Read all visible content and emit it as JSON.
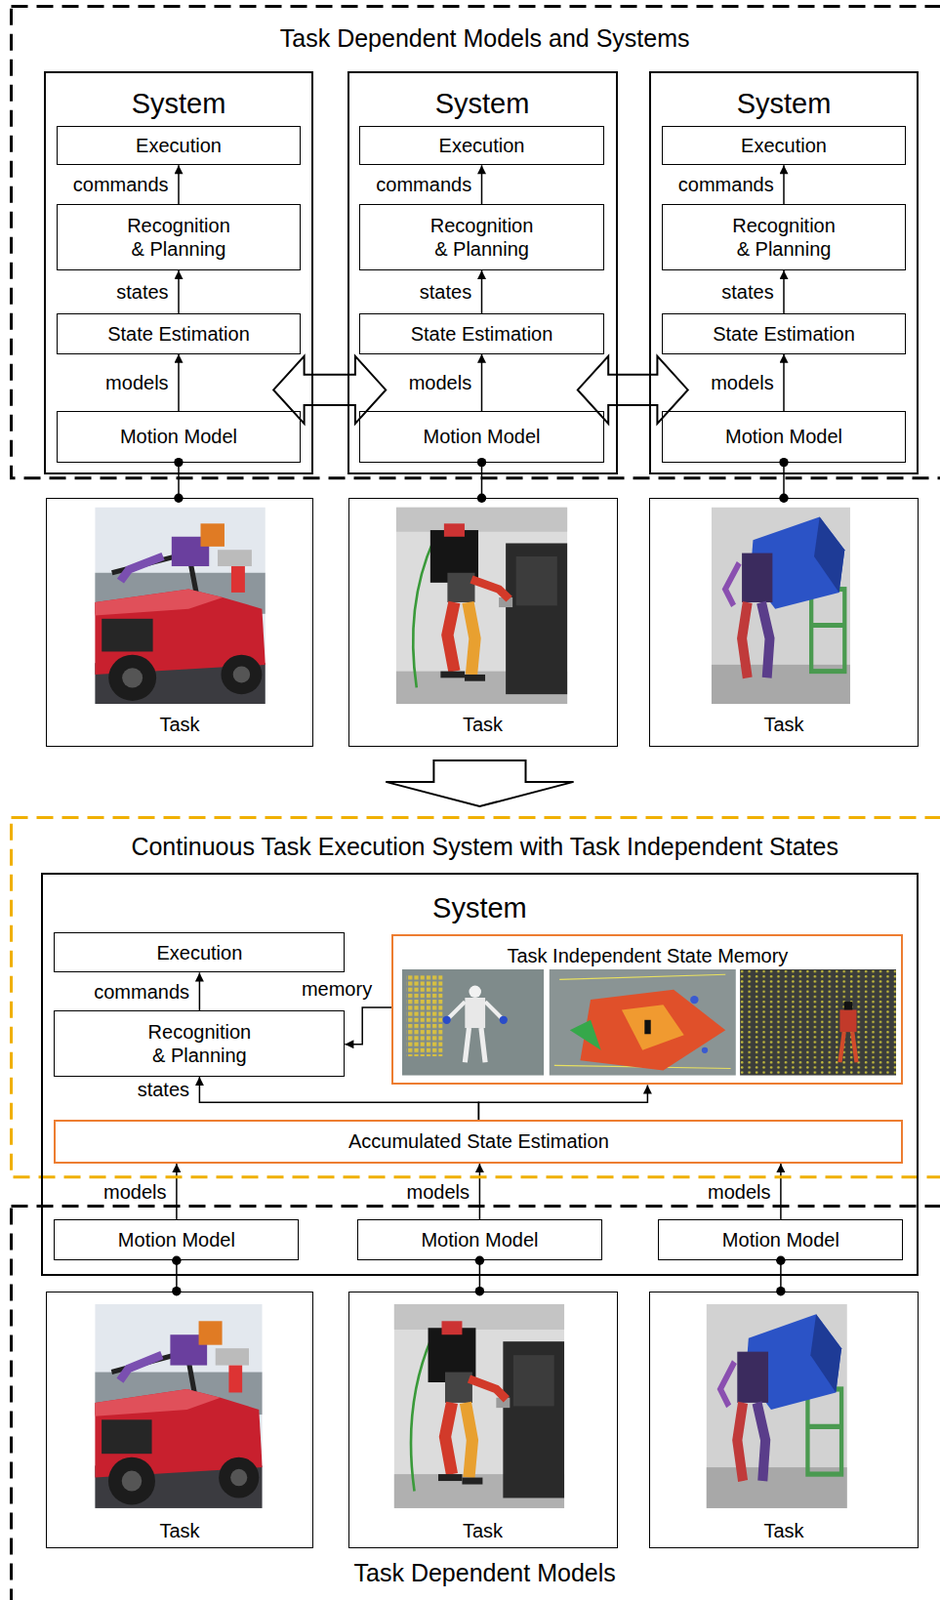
{
  "diagram": {
    "nodes": [
      {
        "text": [
          "Task Dependent Models and Systems"
        ]
      },
      {
        "text": [
          "System"
        ],
        "in": 0
      },
      {
        "text": [
          "Execution"
        ],
        "in": 1
      },
      {
        "text": [
          "Recognition & Planning"
        ],
        "in": 1
      },
      {
        "text": [
          "State Estimation"
        ],
        "in": 1
      },
      {
        "text": [
          "Motion Model"
        ],
        "in": 1
      },
      {
        "text": [
          "System"
        ],
        "in": 0
      },
      {
        "text": [
          "Execution"
        ],
        "in": 6
      },
      {
        "text": [
          "Recognition & Planning"
        ],
        "in": 6
      },
      {
        "text": [
          "State Estimation"
        ],
        "in": 6
      },
      {
        "text": [
          "Motion Model"
        ],
        "in": 6
      },
      {
        "text": [
          "System"
        ],
        "in": 0
      },
      {
        "text": [
          "Execution"
        ],
        "in": 11
      },
      {
        "text": [
          "Recognition & Planning"
        ],
        "in": 11
      },
      {
        "text": [
          "State Estimation"
        ],
        "in": 11
      },
      {
        "text": [
          "Motion Model"
        ],
        "in": 11
      },
      {
        "text": [
          "Task"
        ]
      },
      {
        "text": [
          "Task"
        ]
      },
      {
        "text": [
          "Task"
        ]
      },
      {
        "text": [
          "Continuous Task Execution System with Task Independent States"
        ]
      },
      {
        "text": [
          "System"
        ],
        "in": 19
      },
      {
        "text": [
          "Execution"
        ],
        "in": 20
      },
      {
        "text": [
          "Task Independent State Memory"
        ],
        "in": 20
      },
      {
        "text": [
          "Recognition & Planning"
        ],
        "in": 20
      },
      {
        "text": [
          "Accumulated State Estimation"
        ],
        "in": 20
      },
      {
        "text": [
          "Task Dependent Models"
        ]
      },
      {
        "text": [
          "Motion Model"
        ],
        "in": 25
      },
      {
        "text": [
          "Motion Model"
        ],
        "in": 25
      },
      {
        "text": [
          "Motion Model"
        ],
        "in": 25
      },
      {
        "text": [
          "Task"
        ],
        "in": 25
      },
      {
        "text": [
          "Task"
        ],
        "in": 25
      },
      {
        "text": [
          "Task"
        ],
        "in": 25
      }
    ],
    "edges": [
      {
        "from": 3,
        "to": 2,
        "arrow": "to",
        "label": "commands"
      },
      {
        "from": 4,
        "to": 3,
        "arrow": "to",
        "label": "states"
      },
      {
        "from": 5,
        "to": 4,
        "arrow": "to",
        "label": "models"
      },
      {
        "from": 8,
        "to": 7,
        "arrow": "to",
        "label": "commands"
      },
      {
        "from": 9,
        "to": 8,
        "arrow": "to",
        "label": "states"
      },
      {
        "from": 10,
        "to": 9,
        "arrow": "to",
        "label": "models"
      },
      {
        "from": 13,
        "to": 12,
        "arrow": "to",
        "label": "commands"
      },
      {
        "from": 14,
        "to": 13,
        "arrow": "to",
        "label": "states"
      },
      {
        "from": 15,
        "to": 14,
        "arrow": "to",
        "label": "models"
      },
      {
        "from": 1,
        "to": 6,
        "arrow": "both"
      },
      {
        "from": 6,
        "to": 11,
        "arrow": "both"
      },
      {
        "from": 5,
        "to": 16,
        "arrow": "none"
      },
      {
        "from": 10,
        "to": 17,
        "arrow": "none"
      },
      {
        "from": 15,
        "to": 18,
        "arrow": "none"
      },
      {
        "from": 0,
        "to": 19,
        "arrow": "to"
      },
      {
        "from": 23,
        "to": 21,
        "arrow": "to",
        "label": "commands"
      },
      {
        "from": 22,
        "to": 23,
        "arrow": "to",
        "label": "memory"
      },
      {
        "from": 24,
        "to": 23,
        "arrow": "to",
        "label": "states"
      },
      {
        "from": 24,
        "to": 22,
        "arrow": "to"
      },
      {
        "from": 26,
        "to": 24,
        "arrow": "to",
        "label": "models"
      },
      {
        "from": 27,
        "to": 24,
        "arrow": "to",
        "label": "models"
      },
      {
        "from": 28,
        "to": 24,
        "arrow": "to",
        "label": "models"
      },
      {
        "from": 26,
        "to": 29,
        "arrow": "none"
      },
      {
        "from": 27,
        "to": 30,
        "arrow": "none"
      },
      {
        "from": 28,
        "to": 31,
        "arrow": "none"
      }
    ]
  }
}
